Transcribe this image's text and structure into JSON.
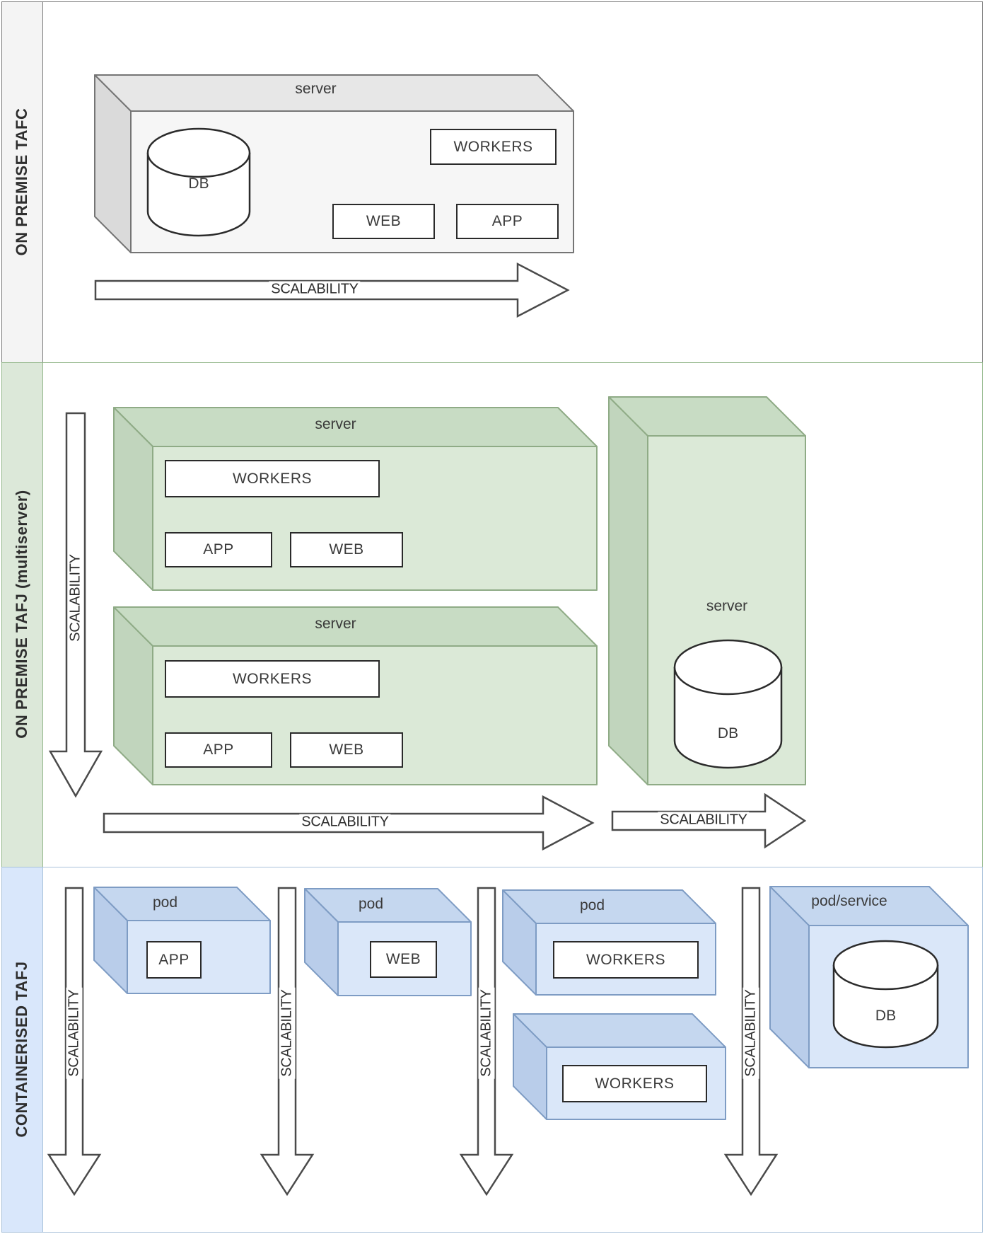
{
  "palette": {
    "tafc_band_fill": "#f4f4f4",
    "tafc_border": "#7b7b7b",
    "tafj_band_fill": "#dce8d9",
    "tafj_border": "#94b88c",
    "containerised_band_fill": "#d9e7fb",
    "containerised_border": "#a9c2da",
    "gray_cube_fill": "#f6f6f6",
    "green_cube_fill": "#dbe9d7",
    "blue_cube_fill": "#dae7f9"
  },
  "row_tafc": {
    "label": "ON PREMISE TAFC",
    "server_title": "server",
    "db": "DB",
    "workers": "WORKERS",
    "web": "WEB",
    "app": "APP",
    "scalability": "SCALABILITY"
  },
  "row_tafj": {
    "label": "ON PREMISE TAFJ (multiserver)",
    "scalability_vertical": "SCALABILITY",
    "server1_title": "server",
    "server1_workers": "WORKERS",
    "server1_app": "APP",
    "server1_web": "WEB",
    "server2_title": "server",
    "server2_workers": "WORKERS",
    "server2_app": "APP",
    "server2_web": "WEB",
    "db_server_title": "server",
    "db_server_db": "DB",
    "scalability_h1": "SCALABILITY",
    "scalability_h2": "SCALABILITY"
  },
  "row_containerised": {
    "label": "CONTAINERISED TAFJ",
    "scal1": "SCALABILITY",
    "scal2": "SCALABILITY",
    "scal3": "SCALABILITY",
    "scal4": "SCALABILITY",
    "pod1_title": "pod",
    "pod1_app": "APP",
    "pod2_title": "pod",
    "pod2_web": "WEB",
    "pod3_title": "pod",
    "pod3_workers": "WORKERS",
    "pod4_workers": "WORKERS",
    "pod5_title": "pod/service",
    "pod5_db": "DB"
  }
}
